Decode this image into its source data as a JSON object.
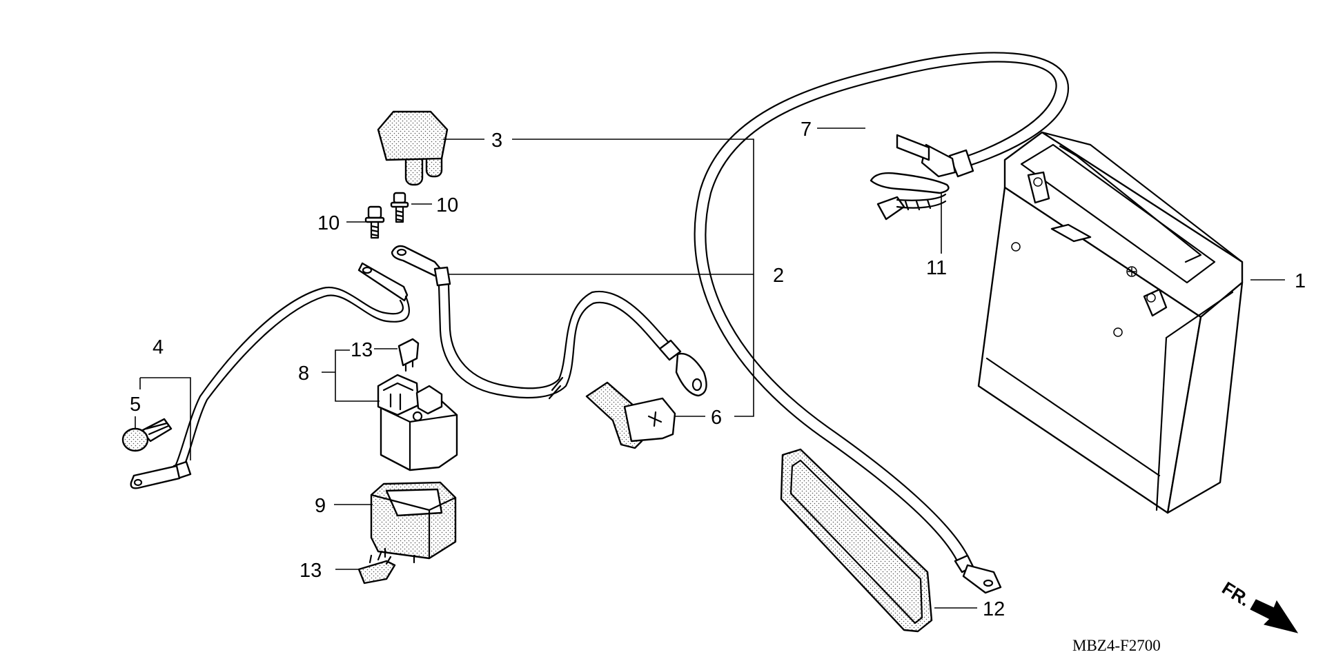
{
  "diagram": {
    "callouts": [
      {
        "id": "1",
        "label": "1",
        "part": "battery"
      },
      {
        "id": "2",
        "label": "2",
        "part": "starter-relay-cable"
      },
      {
        "id": "3",
        "label": "3",
        "part": "terminal-cap"
      },
      {
        "id": "4",
        "label": "4",
        "part": "ground-cable"
      },
      {
        "id": "5",
        "label": "5",
        "part": "terminal-bolt"
      },
      {
        "id": "6",
        "label": "6",
        "part": "terminal-cover"
      },
      {
        "id": "7",
        "label": "7",
        "part": "negative-cable"
      },
      {
        "id": "8",
        "label": "8",
        "part": "starter-relay"
      },
      {
        "id": "9",
        "label": "9",
        "part": "relay-rubber-mount"
      },
      {
        "id": "10a",
        "label": "10",
        "part": "bolt-left"
      },
      {
        "id": "10b",
        "label": "10",
        "part": "bolt-right"
      },
      {
        "id": "11",
        "label": "11",
        "part": "cable-band"
      },
      {
        "id": "12",
        "label": "12",
        "part": "battery-band"
      },
      {
        "id": "13a",
        "label": "13",
        "part": "fuse-upper"
      },
      {
        "id": "13b",
        "label": "13",
        "part": "fuse-lower"
      }
    ],
    "drawing_code": "MBZ4-F2700",
    "direction_label": "FR."
  }
}
